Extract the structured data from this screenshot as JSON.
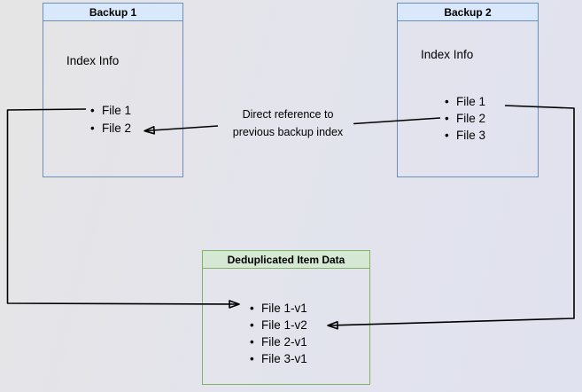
{
  "diagram": {
    "backup1": {
      "title": "Backup 1",
      "body_label": "Index Info",
      "files": [
        "File 1",
        "File 2"
      ]
    },
    "backup2": {
      "title": "Backup 2",
      "body_label": "Index Info",
      "files": [
        "File 1",
        "File 2",
        "File 3"
      ]
    },
    "dedup": {
      "title": "Deduplicated Item Data",
      "items": [
        "File 1-v1",
        "File 1-v2",
        "File 2-v1",
        "File 3-v1"
      ]
    },
    "annotation": {
      "line1": "Direct reference to",
      "line2": "previous backup index"
    },
    "colors": {
      "blue_fill": "#dae8fc",
      "blue_border": "#6c8ebf",
      "green_fill": "#d5e8d4",
      "green_border": "#82b366",
      "connector": "#000000"
    }
  }
}
